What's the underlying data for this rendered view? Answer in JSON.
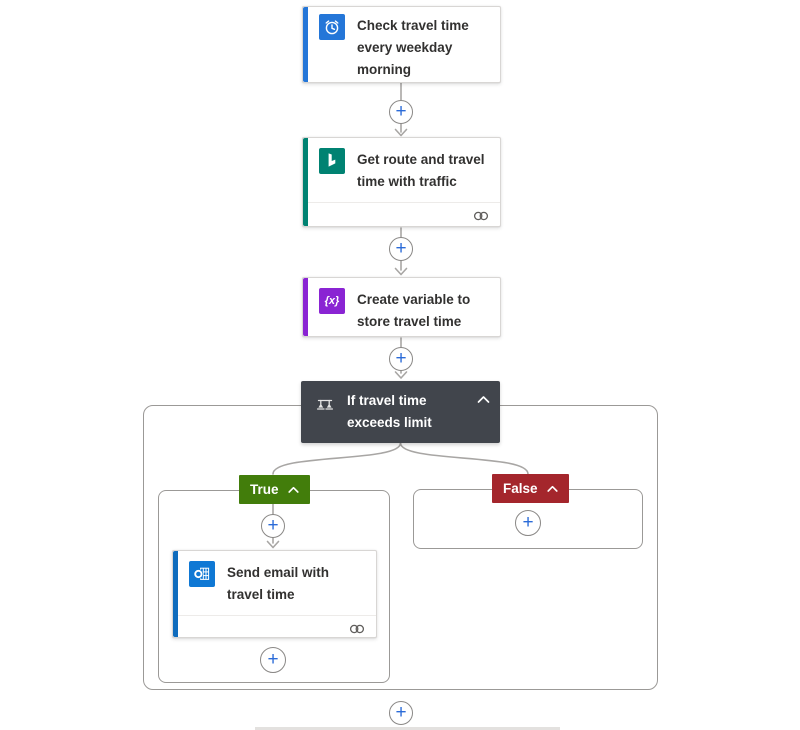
{
  "steps": {
    "trigger": {
      "title": "Check travel time every weekday morning",
      "icon": "recurrence-clock-icon",
      "accent_color": "#2476d8",
      "icon_bg": "#2476d8"
    },
    "get_route": {
      "title": "Get route and travel time with traffic",
      "icon": "bing-maps-icon",
      "accent_color": "#008272",
      "icon_bg": "#008272"
    },
    "create_variable": {
      "title": "Create variable to store travel time",
      "icon": "variable-icon",
      "variable_glyph": "{x}",
      "accent_color": "#8a24d3",
      "icon_bg": "#8a24d3"
    },
    "condition": {
      "title": "If travel time exceeds limit",
      "icon": "condition-balance-icon",
      "bg_color": "#41454c"
    },
    "send_email": {
      "title": "Send email with travel time",
      "icon": "outlook-icon",
      "accent_color": "#0f6cbd",
      "icon_bg": "#0f78d4"
    }
  },
  "branches": {
    "true": {
      "label": "True",
      "color": "#427d0b"
    },
    "false": {
      "label": "False",
      "color": "#a4262c"
    }
  },
  "insert_step": {
    "symbol": "+"
  },
  "colors": {
    "connector": "#a8a6a4",
    "card_border": "#d8d6d4",
    "scope_border": "#9b9997",
    "plus_blue": "#2b6bd8",
    "title_text": "#323130"
  }
}
